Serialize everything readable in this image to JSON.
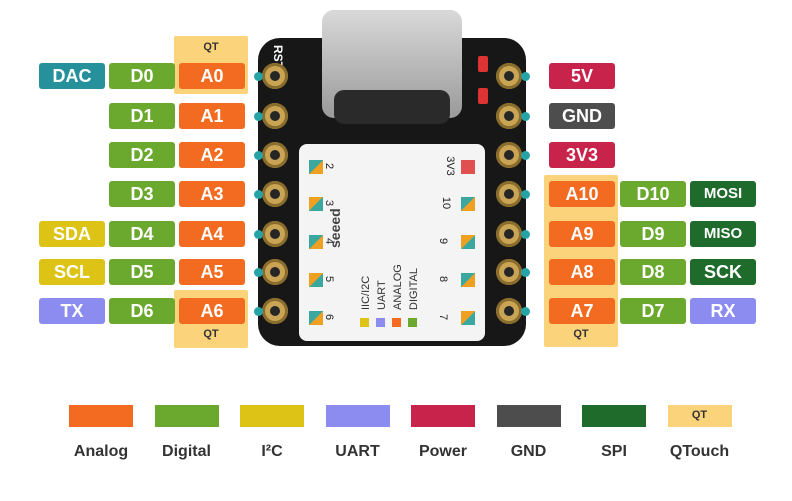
{
  "colors": {
    "analog": "#f26b21",
    "digital": "#6aa82e",
    "i2c": "#dcc315",
    "uart": "#8c8cf0",
    "power": "#c8234a",
    "gnd": "#4d4d4d",
    "spi": "#1f6b2c",
    "qtouch": "#fbd37a",
    "dac": "#26909b"
  },
  "left_pins": [
    {
      "extra": "DAC",
      "digital": "D0",
      "analog": "A0"
    },
    {
      "extra": "",
      "digital": "D1",
      "analog": "A1"
    },
    {
      "extra": "",
      "digital": "D2",
      "analog": "A2"
    },
    {
      "extra": "",
      "digital": "D3",
      "analog": "A3"
    },
    {
      "extra": "SDA",
      "digital": "D4",
      "analog": "A4"
    },
    {
      "extra": "SCL",
      "digital": "D5",
      "analog": "A5"
    },
    {
      "extra": "TX",
      "digital": "D6",
      "analog": "A6"
    }
  ],
  "right_pins": [
    {
      "label": "5V"
    },
    {
      "label": "GND"
    },
    {
      "label": "3V3"
    },
    {
      "analog": "A10",
      "digital": "D10",
      "extra": "MOSI"
    },
    {
      "analog": "A9",
      "digital": "D9",
      "extra": "MISO"
    },
    {
      "analog": "A8",
      "digital": "D8",
      "extra": "SCK"
    },
    {
      "analog": "A7",
      "digital": "D7",
      "extra": "RX"
    }
  ],
  "qt_label": "QT",
  "board": {
    "rst": "RST",
    "brand": "seeed",
    "legend_lines": [
      "IIC/I2C",
      "UART",
      "ANALOG",
      "DIGITAL"
    ],
    "left_numbers": [
      "2",
      "3",
      "4",
      "5",
      "6"
    ],
    "right_numbers": [
      "3V3",
      "10",
      "9",
      "8",
      "7"
    ]
  },
  "legend": [
    {
      "key": "analog",
      "label": "Analog"
    },
    {
      "key": "digital",
      "label": "Digital"
    },
    {
      "key": "i2c",
      "label": "I²C"
    },
    {
      "key": "uart",
      "label": "UART"
    },
    {
      "key": "power",
      "label": "Power"
    },
    {
      "key": "gnd",
      "label": "GND"
    },
    {
      "key": "spi",
      "label": "SPI"
    },
    {
      "key": "qtouch",
      "label": "QTouch"
    }
  ]
}
